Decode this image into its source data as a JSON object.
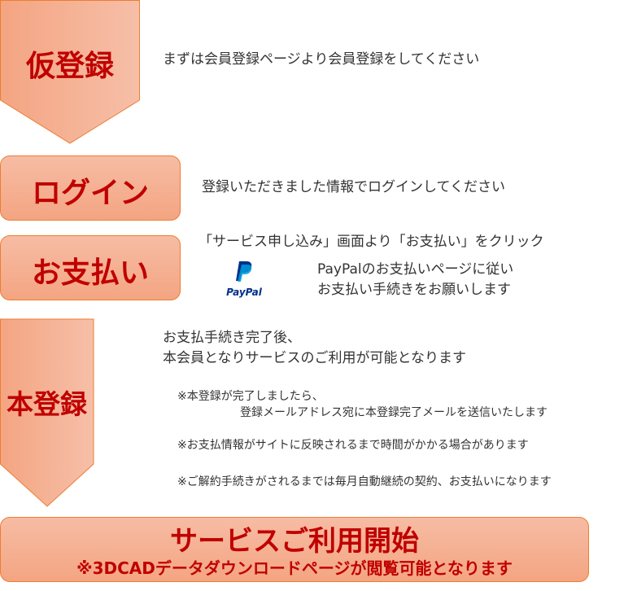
{
  "steps": [
    {
      "label": "仮登録",
      "description": "まずは会員登録ページより会員登録をしてください"
    },
    {
      "label": "ログイン",
      "description": "登録いただきました情報でログインしてください"
    },
    {
      "label": "お支払い",
      "description": "「サービス申し込み」画面より「お支払い」をクリック",
      "paypal_lines": [
        "PayPalのお支払いページに従い",
        "お支払い手続きをお願いします"
      ],
      "paypal_logo_text": "PayPal"
    },
    {
      "label": "本登録",
      "description_lines": [
        "お支払手続き完了後、",
        "本会員となりサービスのご利用が可能となります"
      ],
      "notes": [
        {
          "line1": "※本登録が完了しましたら、",
          "line2": "登録メールアドレス宛に本登録完了メールを送信いたします"
        },
        {
          "line1": "※お支払情報がサイトに反映されるまで時間がかかる場合があります"
        },
        {
          "line1": "※ご解約手続きがされるまでは毎月自動継続の契約、お支払いになります"
        }
      ]
    }
  ],
  "final": {
    "title": "サービスご利用開始",
    "subtitle": "※3DCADデータダウンロードページが閲覧可能となります"
  },
  "colors": {
    "accent": "#c00000",
    "fill_start": "#f4a582",
    "fill_end": "#f6bca4",
    "border": "#ed7d31"
  }
}
